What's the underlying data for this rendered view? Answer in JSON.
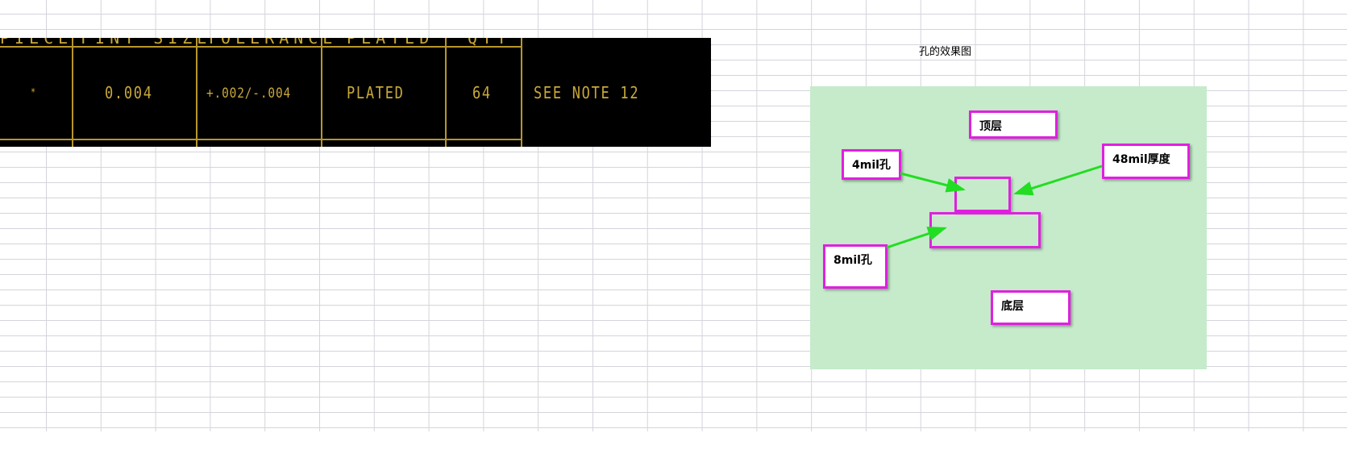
{
  "cad_table": {
    "header_row_partial": [
      "PIECE",
      "FINT SIZE",
      "TOLERANCE",
      "PLATED",
      "QTY"
    ],
    "row": {
      "symbol": "*",
      "size": "0.004",
      "tolerance": "+.002/-.004",
      "plated": "PLATED",
      "qty": "64",
      "note": "SEE NOTE 12"
    },
    "colors": {
      "background": "#000000",
      "line": "#b8962a",
      "text": "#c9a83a"
    }
  },
  "diagram": {
    "title": "孔的效果图",
    "labels": {
      "top_layer": "顶层",
      "bottom_layer": "底层",
      "hole_4mil": "4mil孔",
      "hole_8mil": "8mil孔",
      "thickness": "48mil厚度"
    },
    "colors": {
      "panel": "#c6ebcb",
      "border": "#e020e0",
      "arrow": "#22dd22"
    }
  }
}
